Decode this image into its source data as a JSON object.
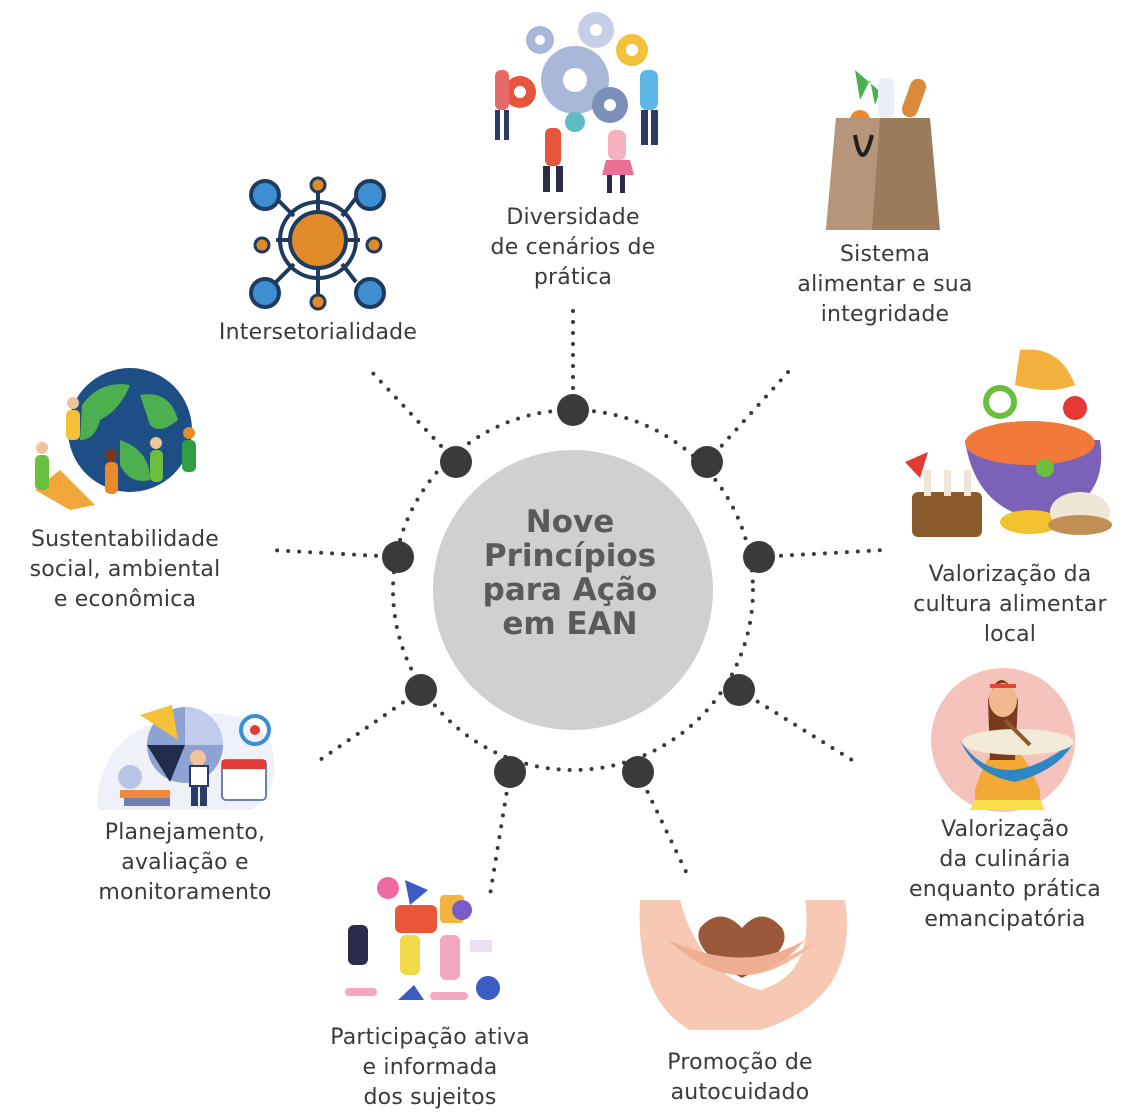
{
  "center": {
    "title": "Nove\nPrincípios\npara Ação\nem EAN"
  },
  "principles": [
    {
      "label": "Diversidade\nde cenários de\nprática",
      "icon": "gears-teamwork-icon"
    },
    {
      "label": "Sistema\nalimentar e sua\nintegridade",
      "icon": "grocery-bag-icon"
    },
    {
      "label": "Valorização da\ncultura alimentar\nlocal",
      "icon": "local-food-icon"
    },
    {
      "label": "Valorização\nda culinária\nenquanto prática\nemancipatória",
      "icon": "cooking-woman-icon"
    },
    {
      "label": "Promoção de\nautocuidado",
      "icon": "self-care-heart-icon"
    },
    {
      "label": "Participação ativa\ne informada\ndos sujeitos",
      "icon": "participation-people-icon"
    },
    {
      "label": "Planejamento,\navaliação e\nmonitoramento",
      "icon": "planning-chart-icon"
    },
    {
      "label": "Sustentabilidade\nsocial, ambiental\ne econômica",
      "icon": "earth-people-icon"
    },
    {
      "label": "Intersetorialidade",
      "icon": "network-hub-icon"
    }
  ],
  "colors": {
    "dots": "#3a3a3a",
    "center_fill": "#d0d0d0",
    "text": "#3a3a3a",
    "accent_orange": "#e08a2a",
    "accent_blue": "#3d8fd1"
  }
}
